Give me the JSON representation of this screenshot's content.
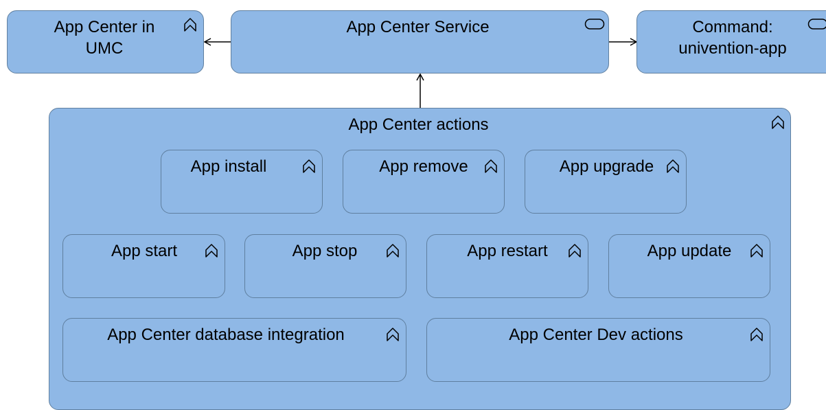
{
  "top_row": {
    "umc": {
      "label_line1": "App Center in",
      "label_line2": "UMC",
      "icon": "function-chevron-icon"
    },
    "service": {
      "label": "App Center Service",
      "icon": "service-pill-icon"
    },
    "command": {
      "label_line1": "Command:",
      "label_line2": "univention-app",
      "icon": "service-pill-icon"
    }
  },
  "actions_group": {
    "label": "App Center actions",
    "icon": "function-chevron-icon",
    "items": [
      {
        "label": "App install",
        "icon": "function-chevron-icon"
      },
      {
        "label": "App remove",
        "icon": "function-chevron-icon"
      },
      {
        "label": "App upgrade",
        "icon": "function-chevron-icon"
      },
      {
        "label": "App start",
        "icon": "function-chevron-icon"
      },
      {
        "label": "App stop",
        "icon": "function-chevron-icon"
      },
      {
        "label": "App restart",
        "icon": "function-chevron-icon"
      },
      {
        "label": "App update",
        "icon": "function-chevron-icon"
      },
      {
        "label": "App Center database integration",
        "icon": "function-chevron-icon"
      },
      {
        "label": "App Center Dev actions",
        "icon": "function-chevron-icon"
      }
    ]
  },
  "colors": {
    "box_fill": "#8fb8e6",
    "box_border": "#5f7f9f",
    "connector": "#000000"
  }
}
